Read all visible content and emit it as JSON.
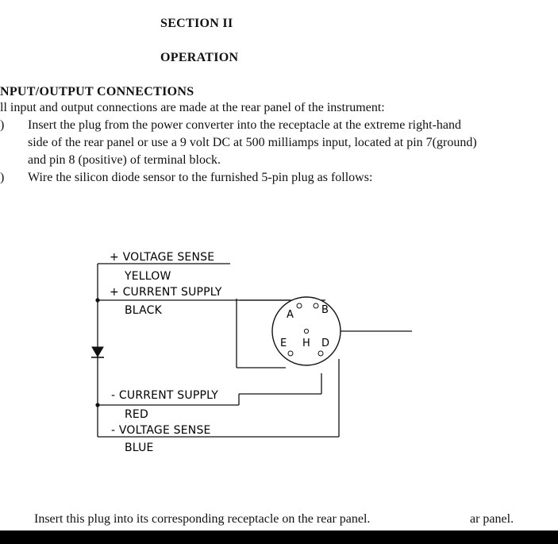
{
  "document": {
    "section_title": "SECTION II",
    "operation_title": "OPERATION",
    "heading": "NPUT/OUTPUT CONNECTIONS",
    "intro": "ll input and output connections are made at the rear panel of the instrument:",
    "item_a_marker": ")",
    "item_a_line1": "Insert the plug from the power converter into the receptacle at the extreme right-hand",
    "item_a_line2": "side of the rear panel or use a 9 volt DC at 500 milliamps input, located at pin 7(ground)",
    "item_a_line3": "and pin 8 (positive) of terminal block.",
    "item_b_marker": ")",
    "item_b_text": "Wire the silicon diode sensor to the furnished 5-pin plug as follows:",
    "footer_text": "Insert this plug into its corresponding receptacle on the rear panel.",
    "footer_fragment": "ar panel."
  },
  "diagram": {
    "labels": {
      "voltage_sense_pos": "+ VOLTAGE SENSE",
      "yellow": "YELLOW",
      "current_supply_pos": "+ CURRENT SUPPLY",
      "black": "BLACK",
      "current_supply_neg": "- CURRENT SUPPLY",
      "red": "RED",
      "voltage_sense_neg": "- VOLTAGE SENSE",
      "blue": "BLUE"
    },
    "pins": {
      "a": "A",
      "b": "B",
      "e": "E",
      "h": "H",
      "d": "D"
    }
  }
}
